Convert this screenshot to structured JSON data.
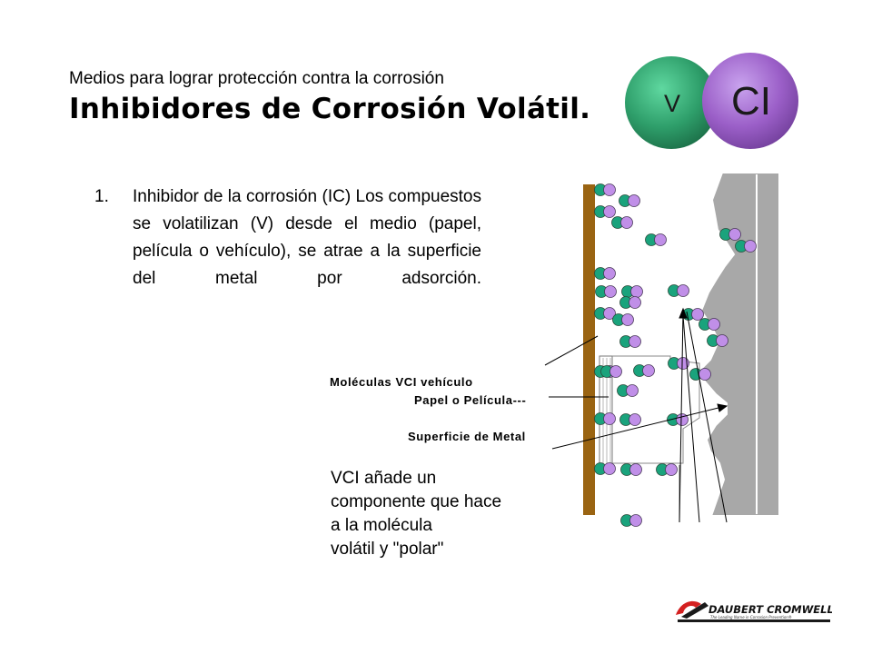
{
  "header": {
    "subtitle": "Medios para lograr protección contra la corrosión",
    "title": "Inhibidores de Corrosión Volátil."
  },
  "badge": {
    "left_letter": "V",
    "right_letter": "CI",
    "left_color": "#2e9e6a",
    "right_color": "#9b5fc8"
  },
  "item": {
    "number": "1.",
    "text": "Inhibidor de la corrosión (IC) Los compuestos se volatilizan (V) desde el medio (papel, película o vehículo), se atrae a la superficie del metal por adsorción."
  },
  "labels": {
    "molecules": "Moléculas  VCI vehículo",
    "paper": "Papel  o Película---",
    "metal_surface": "Superficie  de Metal"
  },
  "note": {
    "lines": [
      "VCI añade un",
      "componente que hace",
      "a la molécula",
      "volátil y \"polar\""
    ]
  },
  "logo": {
    "name": "DAUBERT CROMWELL",
    "tagline": "The Leading Name in Corrosion Prevention"
  },
  "colors": {
    "green_atom": "#1aa37c",
    "purple_atom": "#c08fe8",
    "carrier_bar": "#9a6412",
    "metal": "#a0a0a0"
  }
}
